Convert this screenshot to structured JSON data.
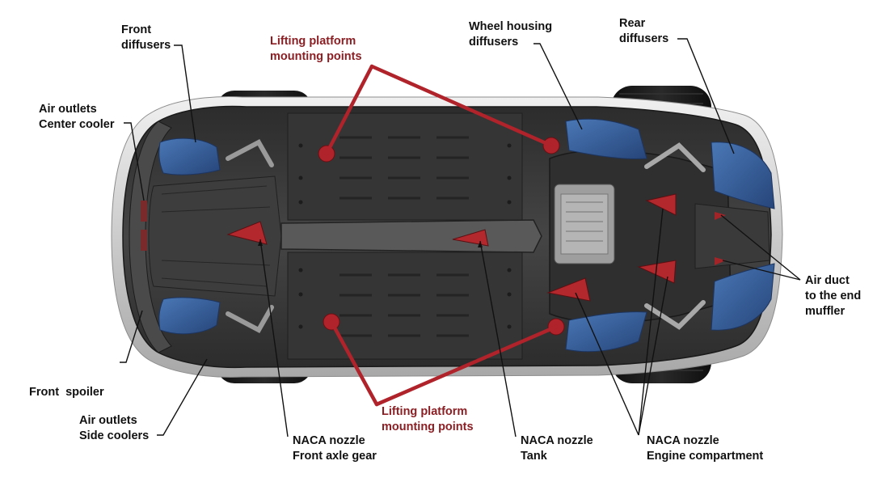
{
  "colors": {
    "body": "#3a3a3a",
    "body_dark": "#232323",
    "body_light": "#5a5a5a",
    "diffuser": "#3f6aa6",
    "diffuser_dark": "#27477a",
    "nozzle": "#b3282d",
    "marker": "#b0232a",
    "leader": "#111111",
    "red_label": "#8b1f24",
    "tire": "#161616",
    "rim_silver": "#c8c8c8"
  },
  "labels": {
    "front_diffusers": {
      "line1": "Front",
      "line2": "diffusers"
    },
    "air_outlets_center": {
      "line1": "Air outlets",
      "line2": "Center cooler"
    },
    "front_spoiler": "Front  spoiler",
    "air_outlets_side": {
      "line1": "Air outlets",
      "line2": "Side coolers"
    },
    "lifting_top": {
      "line1": "Lifting platform",
      "line2": "mounting points"
    },
    "lifting_bottom": {
      "line1": "Lifting platform",
      "line2": "mounting points"
    },
    "wheel_housing": {
      "line1": "Wheel housing",
      "line2": "diffusers"
    },
    "rear_diffusers": {
      "line1": "Rear",
      "line2": "diffusers"
    },
    "air_duct": {
      "line1": "Air duct",
      "line2": "to the end",
      "line3": "muffler"
    },
    "naca_front": {
      "line1": "NACA nozzle",
      "line2": "Front axle gear"
    },
    "naca_tank": {
      "line1": "NACA nozzle",
      "line2": "Tank"
    },
    "naca_engine": {
      "line1": "NACA nozzle",
      "line2": "Engine compartment"
    }
  }
}
